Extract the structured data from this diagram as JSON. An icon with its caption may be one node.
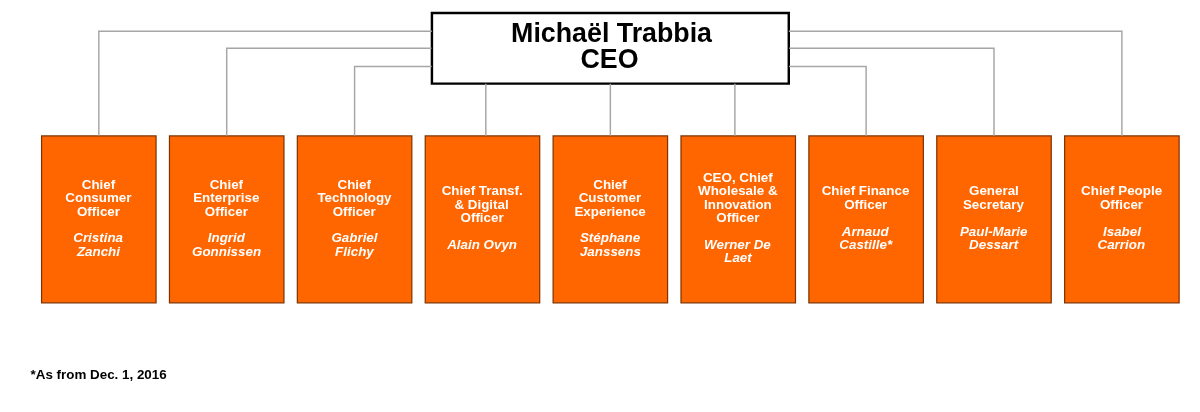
{
  "diagram": {
    "nodes": [
      {
        "text": [
          "Michaël Trabbia",
          "CEO"
        ]
      },
      {
        "text": [
          "Chief Consumer Officer",
          "Cristina Zanchi"
        ]
      },
      {
        "text": [
          "Chief Enterprise Officer",
          "Ingrid Gonnissen"
        ]
      },
      {
        "text": [
          "Chief Technology Officer",
          "Gabriel Flichy"
        ]
      },
      {
        "text": [
          "Chief Transf. & Digital Officer",
          "Alain Ovyn"
        ]
      },
      {
        "text": [
          "Chief Customer Experience",
          "Stéphane Janssens"
        ]
      },
      {
        "text": [
          "CEO, Chief Wholesale & Innovation Officer",
          "Werner De Laet"
        ]
      },
      {
        "text": [
          "Chief Finance Officer",
          "Arnaud Castille*"
        ]
      },
      {
        "text": [
          "General Secretary",
          "Paul-Marie Dessart"
        ]
      },
      {
        "text": [
          "Chief People Officer",
          "Isabel Carrion"
        ]
      }
    ],
    "edges": [
      {
        "from": 0,
        "to": 1,
        "arrow": "none"
      },
      {
        "from": 0,
        "to": 2,
        "arrow": "none"
      },
      {
        "from": 0,
        "to": 3,
        "arrow": "none"
      },
      {
        "from": 0,
        "to": 4,
        "arrow": "none"
      },
      {
        "from": 0,
        "to": 5,
        "arrow": "none"
      },
      {
        "from": 0,
        "to": 6,
        "arrow": "none"
      },
      {
        "from": 0,
        "to": 7,
        "arrow": "none"
      },
      {
        "from": 0,
        "to": 8,
        "arrow": "none"
      },
      {
        "from": 0,
        "to": 9,
        "arrow": "none"
      }
    ],
    "labels": [
      "*As from Dec. 1, 2016"
    ]
  }
}
